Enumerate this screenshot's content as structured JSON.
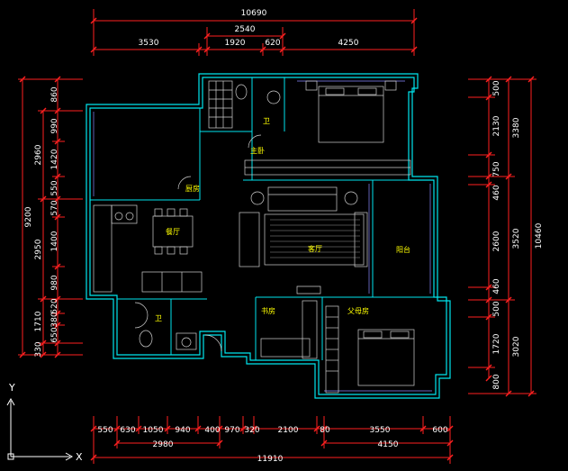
{
  "colors": {
    "background": "#000000",
    "dimension_line": "#ff2020",
    "dimension_text": "#ffffff",
    "wall": "#00e5ee",
    "inner_wall": "#5a6eff",
    "furniture": "#d0d0d0",
    "room_label": "#ffff00",
    "axis": "#ffffff"
  },
  "dimensions": {
    "top_total": "10690",
    "top_mid": "2540",
    "top_row": [
      "3530",
      "1920",
      "620",
      "4250"
    ],
    "bottom_row": [
      "550",
      "630",
      "1050",
      "940",
      "400",
      "970",
      "320",
      "2100",
      "80",
      "3550",
      "600"
    ],
    "bottom_mid_left": "2980",
    "bottom_mid_right": "4150",
    "bottom_total": "11910",
    "left_total": "9200",
    "left_mid": [
      "2960",
      "2950",
      "1710",
      "330"
    ],
    "left_row": [
      "860",
      "990",
      "1420",
      "550",
      "570",
      "1400",
      "980",
      "520",
      "380",
      "650"
    ],
    "right_total": "10460",
    "right_mid": [
      "3380",
      "3520",
      "3020"
    ],
    "right_row": [
      "500",
      "2130",
      "750",
      "460",
      "2600",
      "460",
      "500",
      "1720",
      "800"
    ]
  },
  "rooms": {
    "kitchen": "厨房",
    "dining": "餐厅",
    "living": "客厅",
    "balcony": "阳台",
    "toilet_top": "卫",
    "toilet_left": "卫",
    "master": "主卧",
    "study": "书房",
    "elder": "父母房"
  },
  "axis": {
    "y_label": "Y",
    "x_label": "X"
  }
}
